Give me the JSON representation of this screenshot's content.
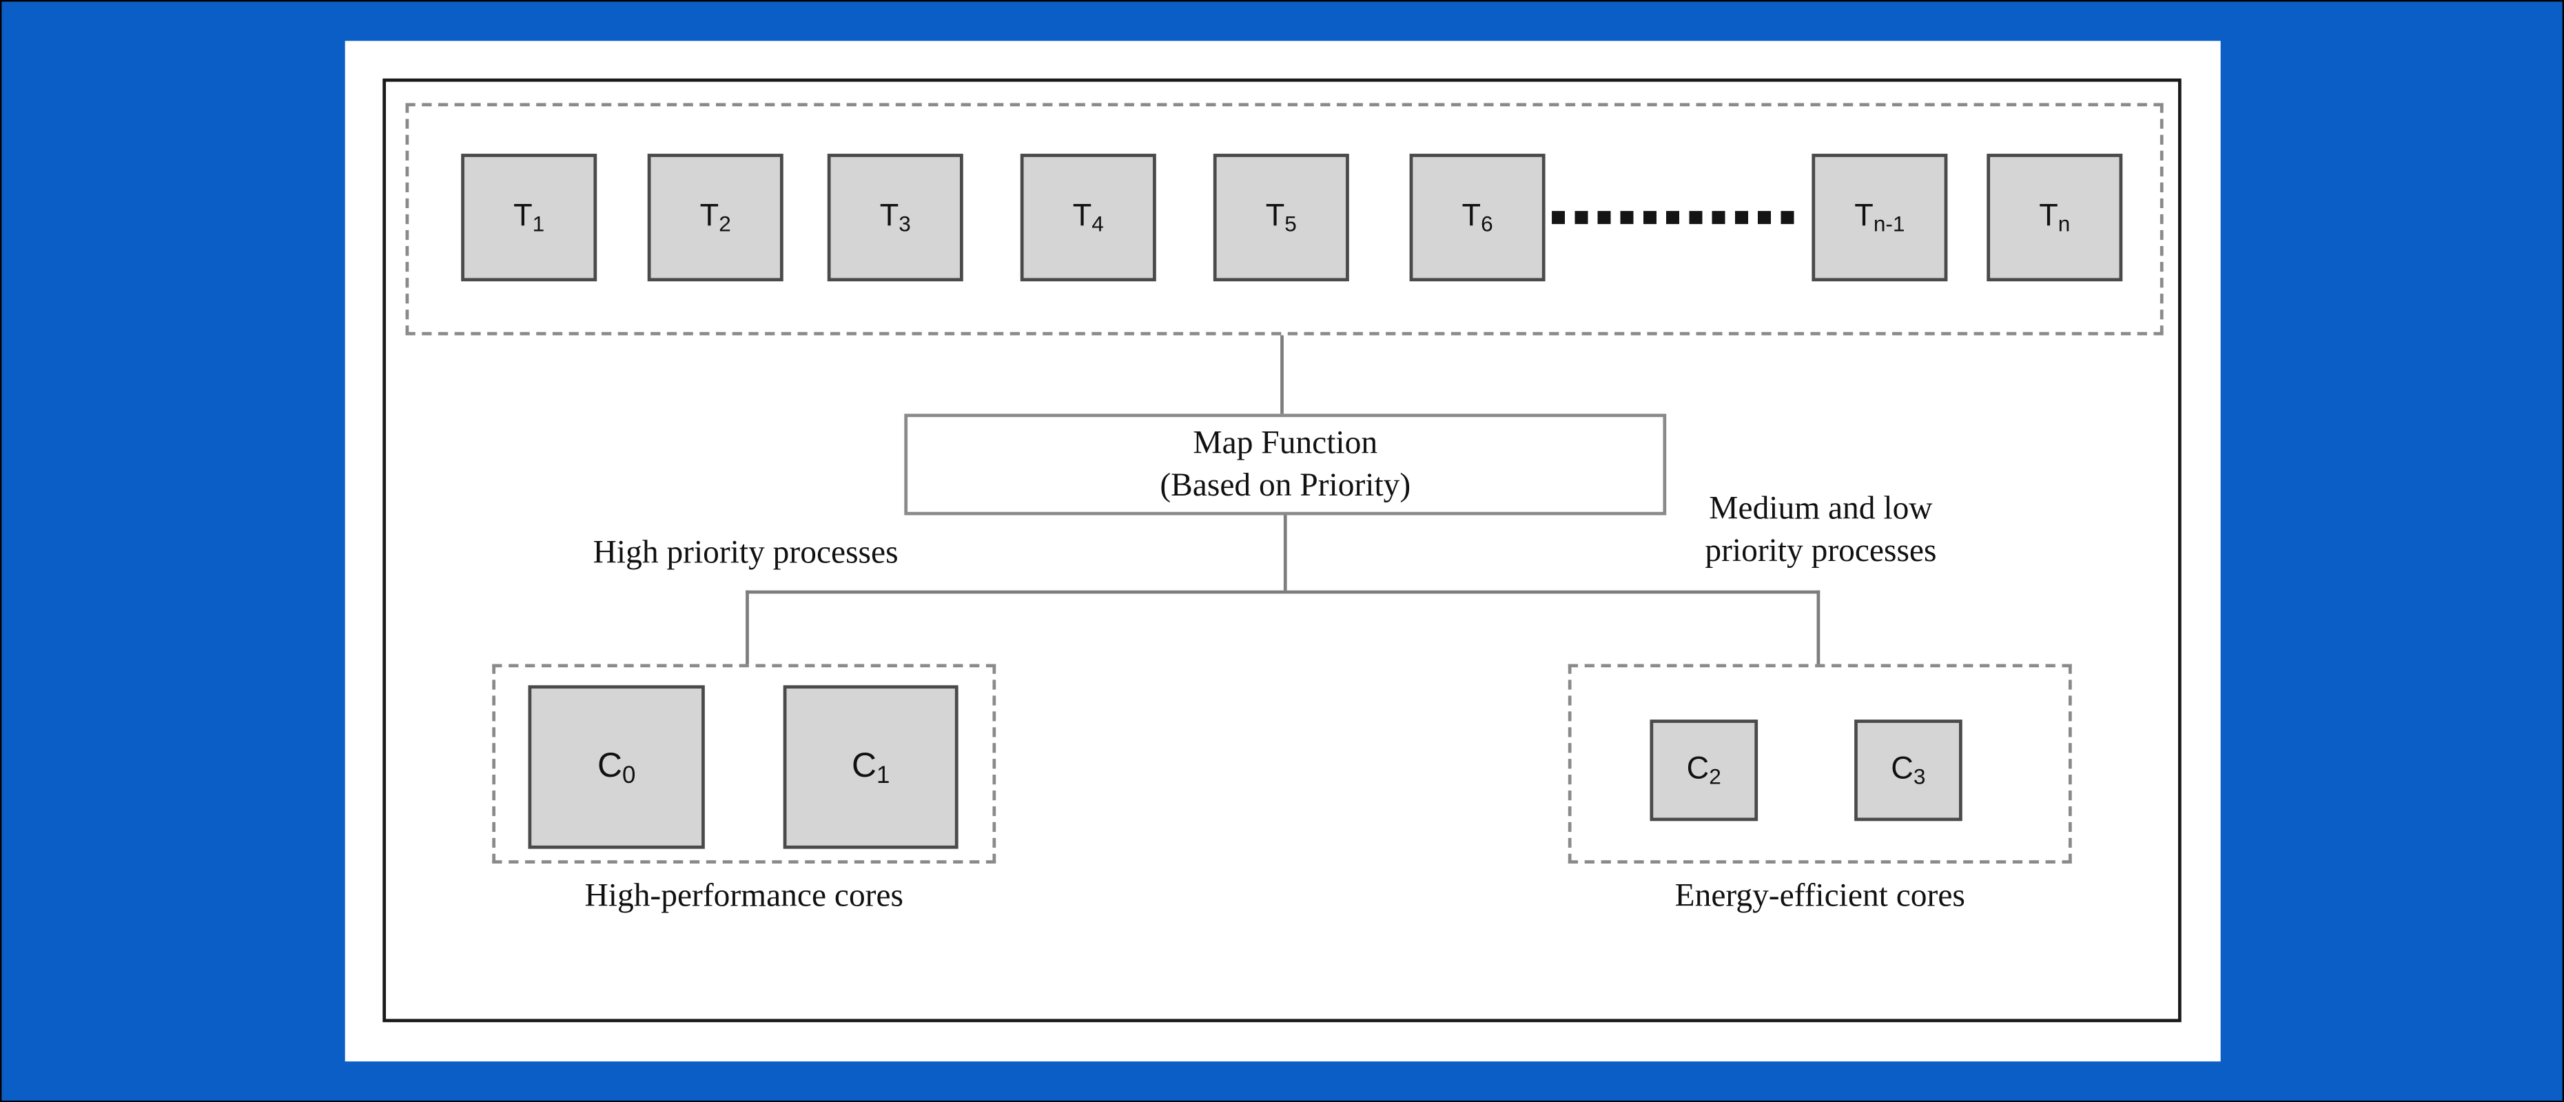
{
  "colors": {
    "page-bg": "#0b5ec6",
    "panel-bg": "#ffffff",
    "box-fill": "#d5d5d5",
    "box-border": "#4a4a4a",
    "dash-border": "#8a8a8a",
    "line-color": "#7d7d7d"
  },
  "tasks": [
    {
      "base": "T",
      "sub": "1"
    },
    {
      "base": "T",
      "sub": "2"
    },
    {
      "base": "T",
      "sub": "3"
    },
    {
      "base": "T",
      "sub": "4"
    },
    {
      "base": "T",
      "sub": "5"
    },
    {
      "base": "T",
      "sub": "6"
    },
    {
      "base": "T",
      "sub": "n-1"
    },
    {
      "base": "T",
      "sub": "n"
    }
  ],
  "map_function": {
    "line1": "Map Function",
    "line2": "(Based on Priority)"
  },
  "branch_labels": {
    "left": "High priority processes",
    "right_line1": "Medium and low",
    "right_line2": "priority processes"
  },
  "core_groups": {
    "left": {
      "caption": "High-performance cores",
      "cores": [
        {
          "base": "C",
          "sub": "0"
        },
        {
          "base": "C",
          "sub": "1"
        }
      ]
    },
    "right": {
      "caption": "Energy-efficient cores",
      "cores": [
        {
          "base": "C",
          "sub": "2"
        },
        {
          "base": "C",
          "sub": "3"
        }
      ]
    }
  }
}
